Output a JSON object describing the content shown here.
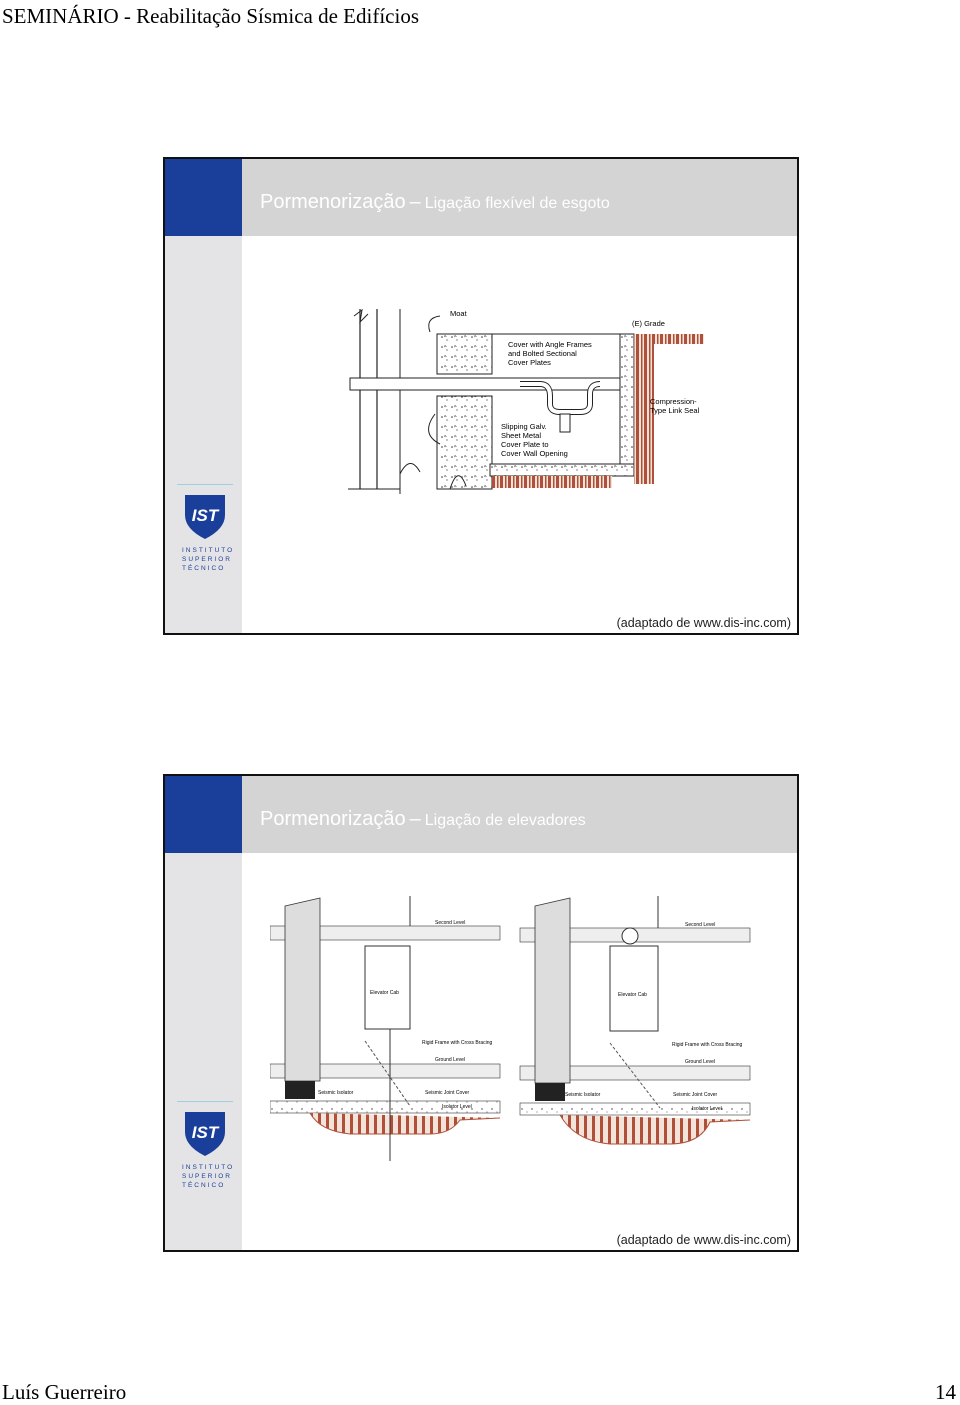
{
  "header": {
    "title": "SEMINÁRIO - Reabilitação Sísmica de Edifícios"
  },
  "footer": {
    "author": "Luís Guerreiro",
    "page_number": "14"
  },
  "slides": [
    {
      "title_main": "Pormenorização",
      "title_sub": "Ligação flexível de esgoto",
      "credit": "(adaptado de www.dis-inc.com)",
      "labels": {
        "moat": "Moat",
        "grade": "(E) Grade",
        "cover1": "Cover with Angle Frames",
        "cover2": "and Bolted Sectional",
        "cover3": "Cover Plates",
        "comp1": "Compression-",
        "comp2": "Type Link Seal",
        "slip1": "Slipping Galv.",
        "slip2": "Sheet Metal",
        "slip3": "Cover Plate to",
        "slip4": "Cover Wall Opening"
      }
    },
    {
      "title_main": "Pormenorização",
      "title_sub": "Ligação de elevadores",
      "credit": "(adaptado de www.dis-inc.com)",
      "labels": {
        "second_level": "Second Level",
        "elevator_cab": "Elevator Cab",
        "rigid_frame": "Rigid Frame with Cross Bracing",
        "ground_level": "Ground Level",
        "seismic_isolator": "Seismic Isolator",
        "seismic_joint_cover": "Seismic Joint Cover",
        "isolator_level": "Isolator Level"
      }
    }
  ],
  "logo": {
    "mark": "IST",
    "line1": "INSTITUTO",
    "line2": "SUPERIOR",
    "line3": "TÉCNICO"
  }
}
